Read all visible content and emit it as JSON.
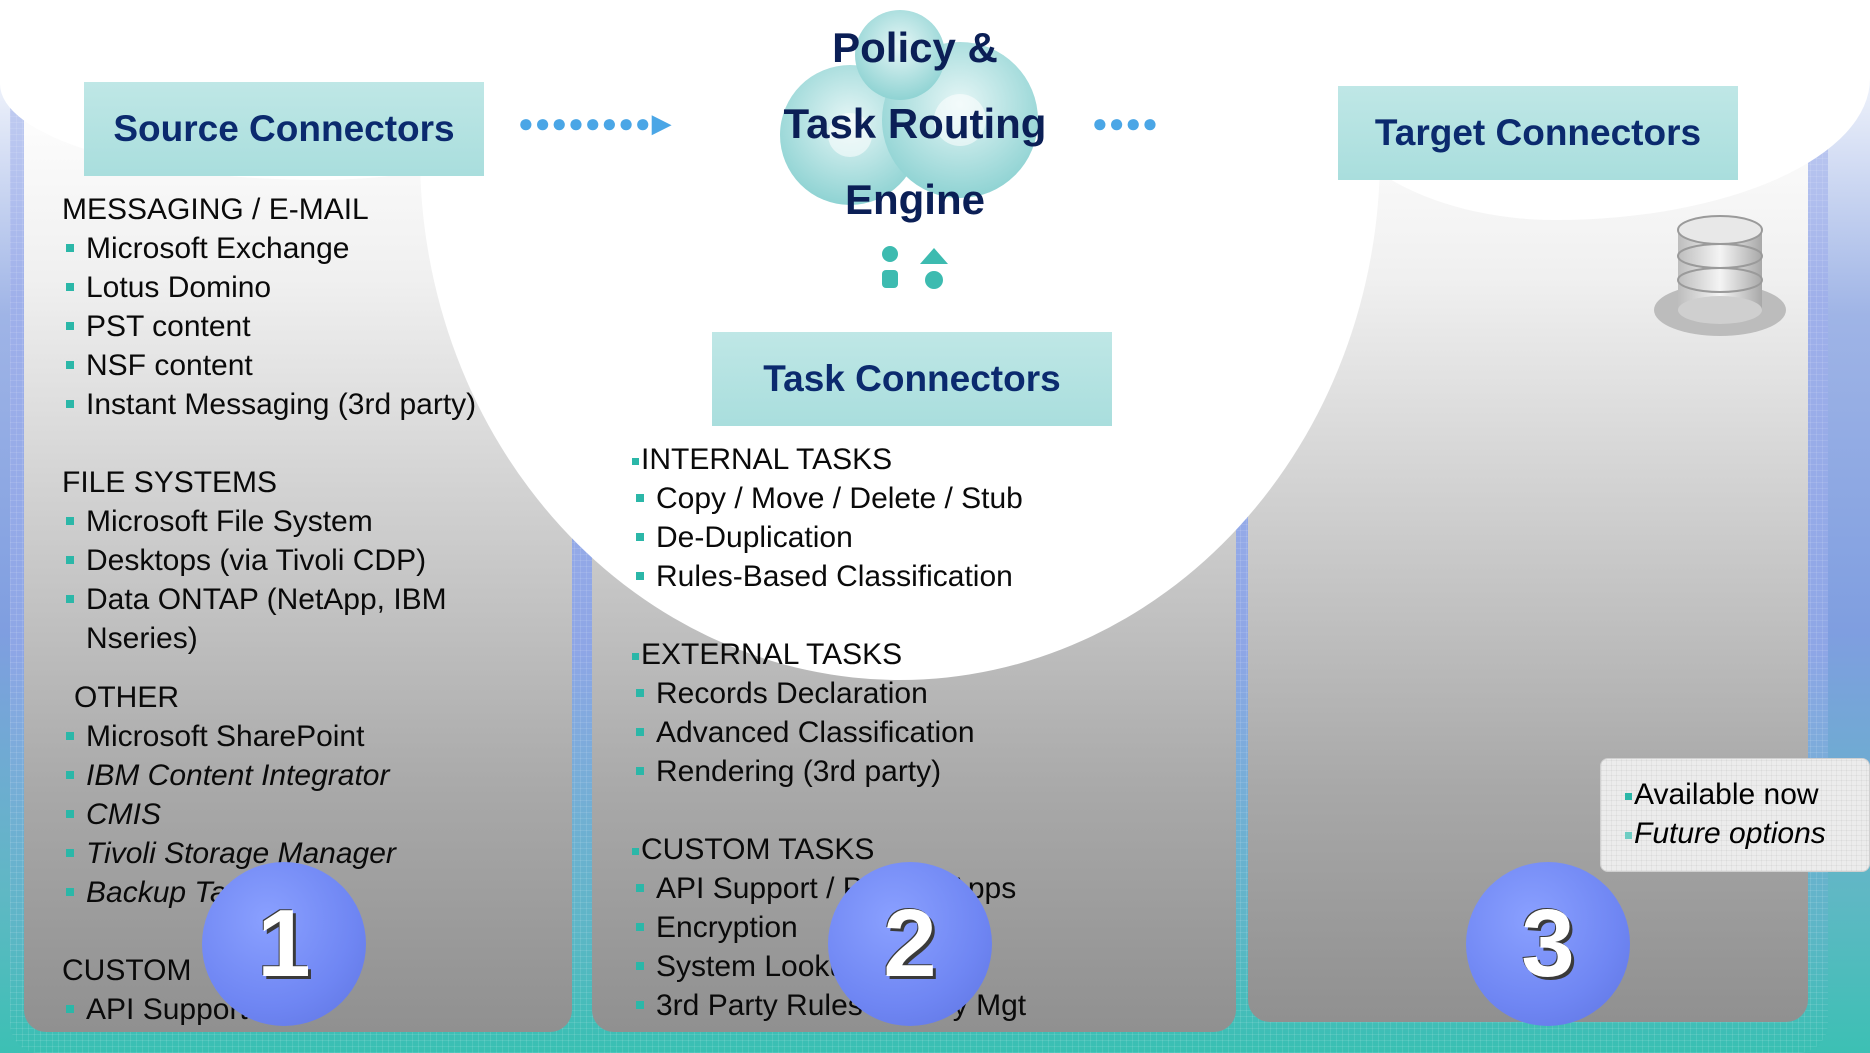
{
  "engine": {
    "title_lines": [
      "Policy &",
      "Task Routing",
      "Engine"
    ]
  },
  "source": {
    "heading": "Source Connectors",
    "sections": [
      {
        "title": "MESSAGING / E-MAIL",
        "items": [
          {
            "label": "Microsoft Exchange",
            "future": false
          },
          {
            "label": "Lotus Domino",
            "future": false
          },
          {
            "label": "PST content",
            "future": false
          },
          {
            "label": "NSF content",
            "future": false
          },
          {
            "label": "Instant Messaging (3rd party)",
            "future": false
          }
        ]
      },
      {
        "title": "FILE SYSTEMS",
        "items": [
          {
            "label": "Microsoft File System",
            "future": false
          },
          {
            "label": "Desktops (via Tivoli CDP)",
            "future": false
          },
          {
            "label": "Data ONTAP (NetApp, IBM Nseries)",
            "future": false
          }
        ]
      },
      {
        "title": "OTHER",
        "items": [
          {
            "label": "Microsoft SharePoint",
            "future": false
          },
          {
            "label": "IBM Content Integrator",
            "future": true
          },
          {
            "label": "CMIS",
            "future": true
          },
          {
            "label": "Tivoli Storage Manager",
            "future": true
          },
          {
            "label": "Backup Tapes",
            "future": true
          }
        ]
      },
      {
        "title": "CUSTOM",
        "items": [
          {
            "label": "API Support",
            "future": false
          }
        ]
      }
    ]
  },
  "task": {
    "heading": "Task Connectors",
    "sections": [
      {
        "title": "INTERNAL TASKS",
        "items": [
          {
            "label": "Copy / Move / Delete / Stub",
            "future": false
          },
          {
            "label": "De-Duplication",
            "future": false
          },
          {
            "label": "Rules-Based Classification",
            "future": false
          }
        ]
      },
      {
        "title": "EXTERNAL TASKS",
        "items": [
          {
            "label": "Records Declaration",
            "future": false
          },
          {
            "label": "Advanced Classification",
            "future": false
          },
          {
            "label": "Rendering  (3rd party)",
            "future": false
          }
        ]
      },
      {
        "title": "CUSTOM TASKS",
        "items": [
          {
            "label": "API Support /  Partner Apps",
            "future": false
          },
          {
            "label": "Encryption",
            "future": false
          },
          {
            "label": "System Lookups",
            "future": false
          },
          {
            "label": "3rd Party Rules / Policy Mgt",
            "future": false
          }
        ]
      }
    ]
  },
  "target": {
    "heading": "Target Connectors"
  },
  "numbers": [
    "1",
    "2",
    "3"
  ],
  "legend": {
    "available": "Available now",
    "future": "Future options"
  },
  "colors": {
    "heading_text": "#0b2a6e",
    "box_fill": "#a9dedd",
    "bullet": "#2bb7a8",
    "number_circle": "#6f86f3"
  }
}
